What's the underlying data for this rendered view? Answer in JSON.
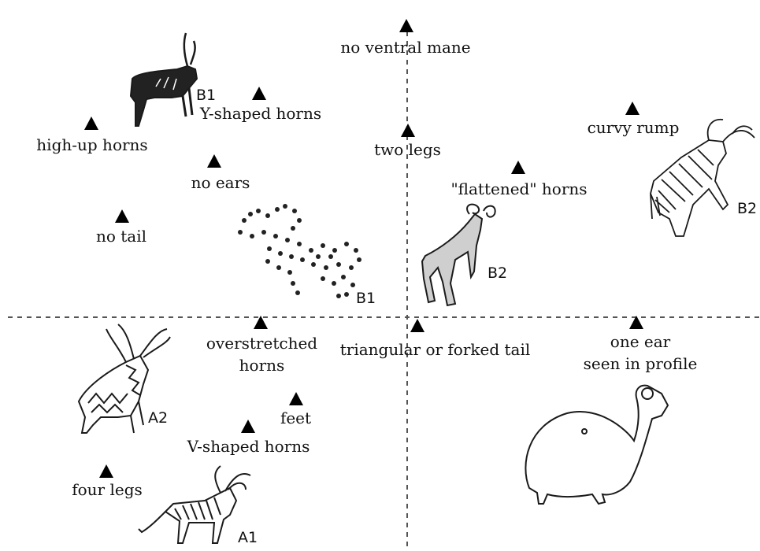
{
  "traits": {
    "no_ventral_mane": "no ventral mane",
    "y_shaped_horns": "Y-shaped horns",
    "high_up_horns": "high-up horns",
    "two_legs": "two legs",
    "curvy_rump": "curvy rump",
    "no_ears": "no ears",
    "flattened_horns": "\"flattened\" horns",
    "no_tail": "no tail",
    "overstretched_horns_1": "overstretched",
    "overstretched_horns_2": "horns",
    "triangular_or_forked_tail": "triangular or forked tail",
    "one_ear_1": "one ear",
    "one_ear_2": "seen in profile",
    "feet": "feet",
    "v_shaped_horns": "V-shaped horns",
    "four_legs": "four legs"
  },
  "codes": {
    "b1_top": "B1",
    "b1_center": "B1",
    "b2_center": "B2",
    "b2_right": "B2",
    "a2": "A2",
    "a1": "A1"
  },
  "colors": {
    "marker": "#000000",
    "divider": "#555555",
    "figure_stroke": "#1a1a1a",
    "figure_fill_light": "#cfcfcf"
  }
}
